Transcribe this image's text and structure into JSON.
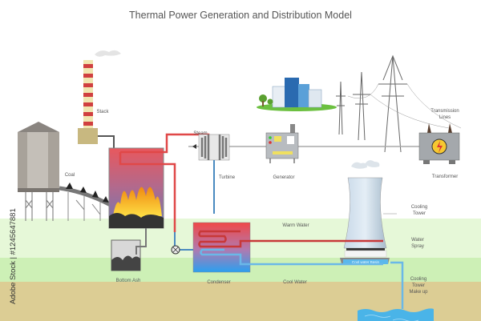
{
  "title": "Thermal Power Generation and Distribution Model",
  "labels": {
    "stack": "Stack",
    "steam": "Steam",
    "turbine": "Turbine",
    "generator": "Generator",
    "transformer": "Transformer",
    "transmission_lines": [
      "Transmission",
      "Lines"
    ],
    "coal": "Coal",
    "cooling_tower": [
      "Cooling",
      "Tower"
    ],
    "warm_water": "Warm Water",
    "water_spray": [
      "Water",
      "Spray"
    ],
    "cool_water_basin": "Cool water Basin",
    "bottom_ash": "Bottom Ash",
    "condenser": "Condenser",
    "cool_water": "Cool Water",
    "cooling_tower_make_up": [
      "Cooling",
      "Tower",
      "Make up"
    ]
  },
  "watermark": "Adobe Stock | #1245647881",
  "colors": {
    "hot": "#e0403f",
    "cold": "#4aa8e0",
    "ground": "#dccd94",
    "grass": "#ccf0b4"
  }
}
